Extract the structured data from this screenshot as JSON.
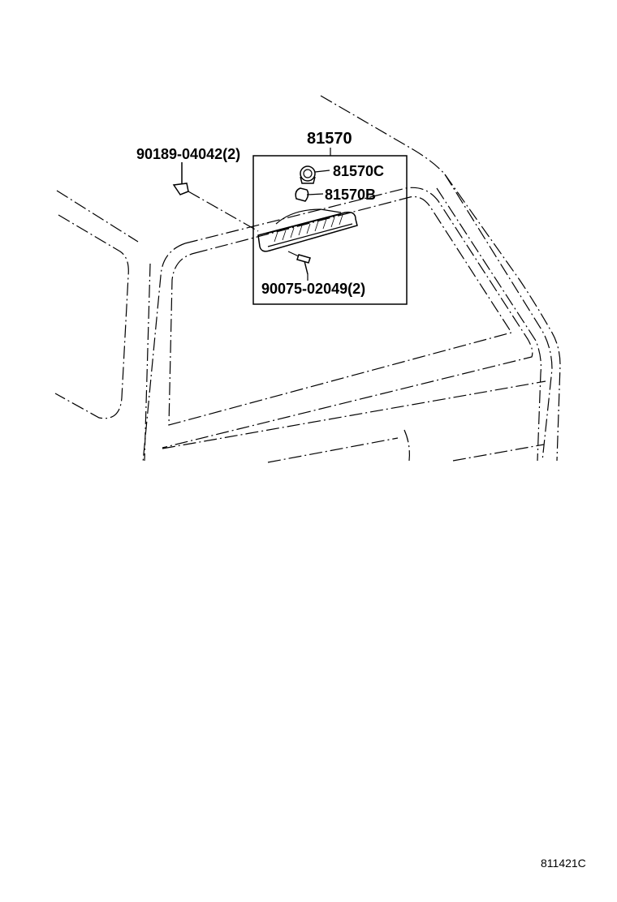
{
  "parts": {
    "assembly": "81570",
    "socket": "81570C",
    "bulb": "81570B",
    "clip": "90189-04042(2)",
    "screw": "90075-02049(2)"
  },
  "diagram_id": "811421C"
}
